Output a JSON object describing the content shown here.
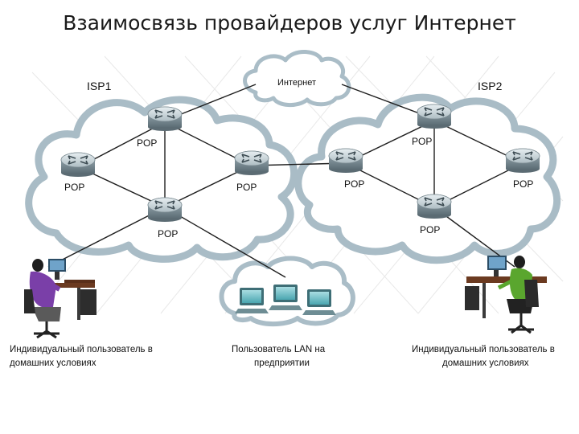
{
  "title": "Взаимосвязь провайдеров услуг Интернет",
  "internet_label": "Интернет",
  "isp1_label": "ISP1",
  "isp2_label": "ISP2",
  "pop_label": "POP",
  "captions": {
    "left_line1": "Индивидуальный пользователь в",
    "left_line2": "домашних условиях",
    "center_line1": "Пользователь LAN на",
    "center_line2": "предприятии",
    "right_line1": "Индивидуальный пользователь в",
    "right_line2": "домашних условиях"
  },
  "colors": {
    "cloud_fill": "#ffffff",
    "cloud_edge": "#a8bcc6",
    "link": "#1e1e1e",
    "router_top": "#c9d4d8",
    "router_body": "#7f9098",
    "grid": "#e6e6e6"
  }
}
